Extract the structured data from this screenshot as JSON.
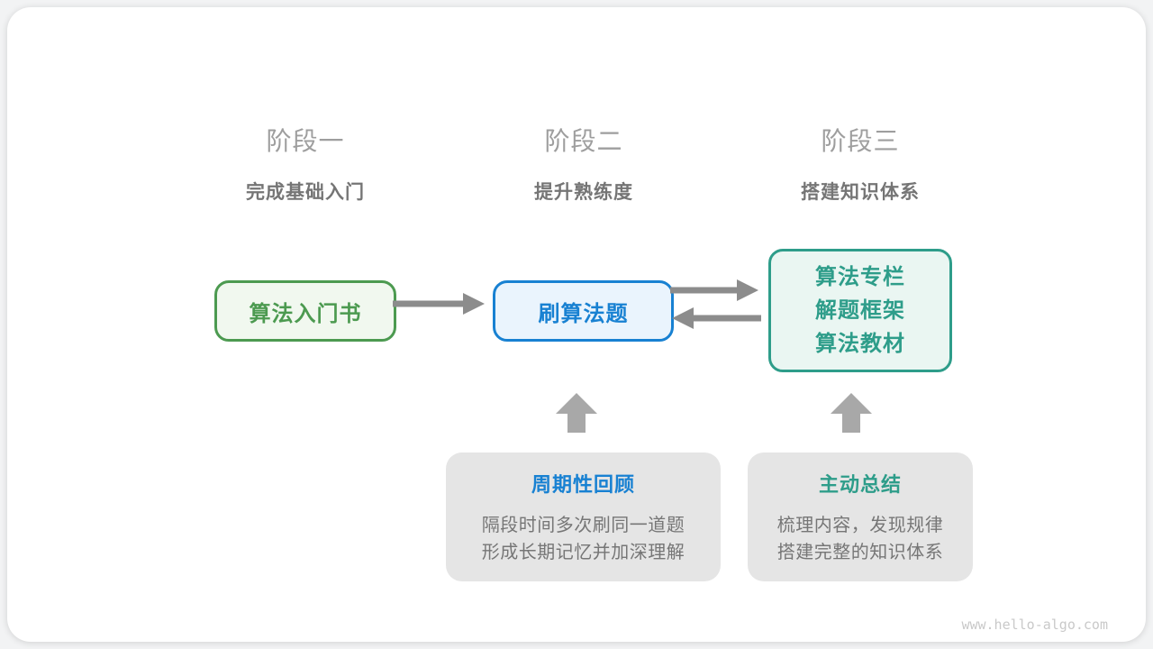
{
  "page": {
    "watermark": "www.hello-algo.com"
  },
  "stages": [
    {
      "label": "阶段一",
      "subtitle": "完成基础入门"
    },
    {
      "label": "阶段二",
      "subtitle": "提升熟练度"
    },
    {
      "label": "阶段三",
      "subtitle": "搭建知识体系"
    }
  ],
  "nodes": {
    "book": {
      "label": "算法入门书"
    },
    "practice": {
      "label": "刷算法题"
    },
    "resources": {
      "lines": [
        "算法专栏",
        "解题框架",
        "算法教材"
      ]
    }
  },
  "notes": {
    "review": {
      "title": "周期性回顾",
      "lines": [
        "隔段时间多次刷同一道题",
        "形成长期记忆并加深理解"
      ]
    },
    "summarize": {
      "title": "主动总结",
      "lines": [
        "梳理内容，发现规律",
        "搭建完整的知识体系"
      ]
    }
  },
  "colors": {
    "green": "#4c9a50",
    "blue": "#1881d2",
    "teal": "#2e9d8a",
    "arrow_gray": "#8c8c8c",
    "block_arrow_gray": "#a8a8a8",
    "stage_label_gray": "#9e9e9e",
    "stage_subtitle_gray": "#757575",
    "note_bg": "#e5e5e5",
    "note_text_gray": "#767676"
  }
}
